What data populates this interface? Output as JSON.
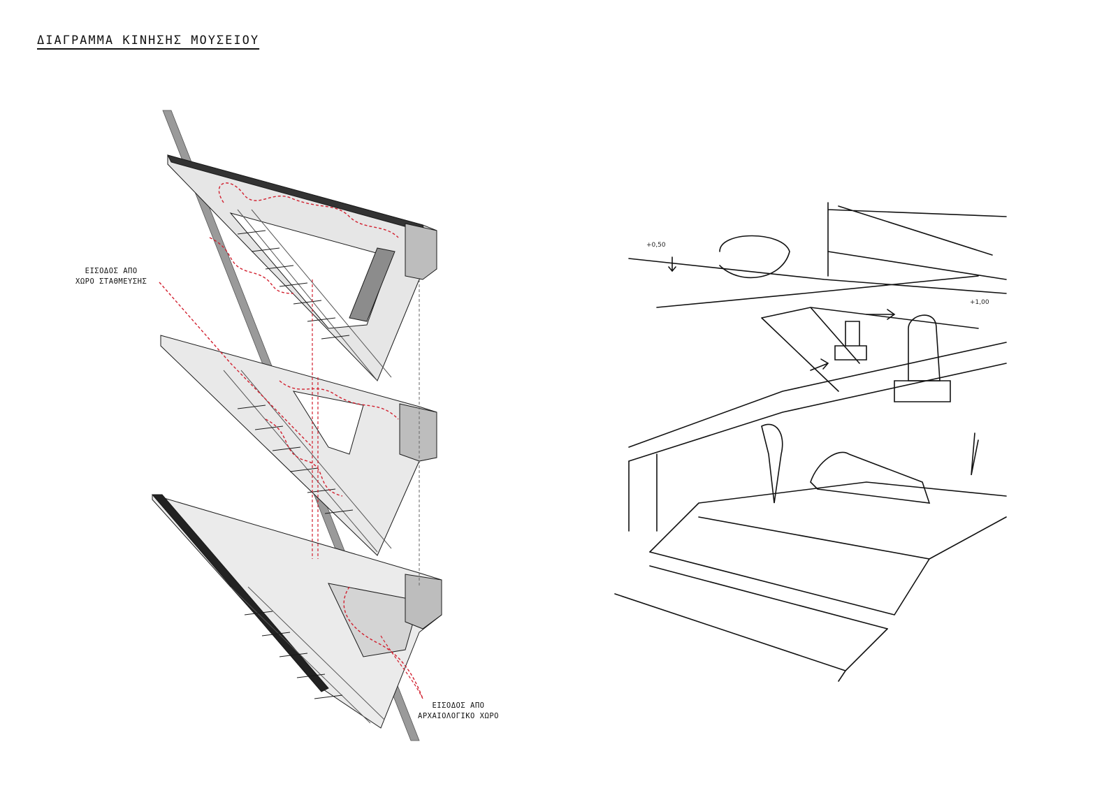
{
  "title": "ΔΙΑΓΡΑΜΜΑ ΚΙΝΗΣΗΣ ΜΟΥΣΕΙΟΥ",
  "labels": {
    "parking_entrance": {
      "line1": "ΕΙΣΟΔΟΣ ΑΠΟ",
      "line2": "ΧΩΡΟ ΣΤΑΘΜΕΥΣΗΣ"
    },
    "archaeological_entrance": {
      "line1": "ΕΙΣΟΔΟΣ ΑΠΟ",
      "line2": "ΑΡΧΑΙΟΛΟΓΙΚΟ ΧΩΡΟ"
    }
  },
  "sketch": {
    "level_left": "+0,50",
    "level_right": "+1,00"
  },
  "colors": {
    "circulation": "#d2202f",
    "structure": "#1a1a1a",
    "floor": "#e4e4e4",
    "wall": "#8c8c8c"
  }
}
